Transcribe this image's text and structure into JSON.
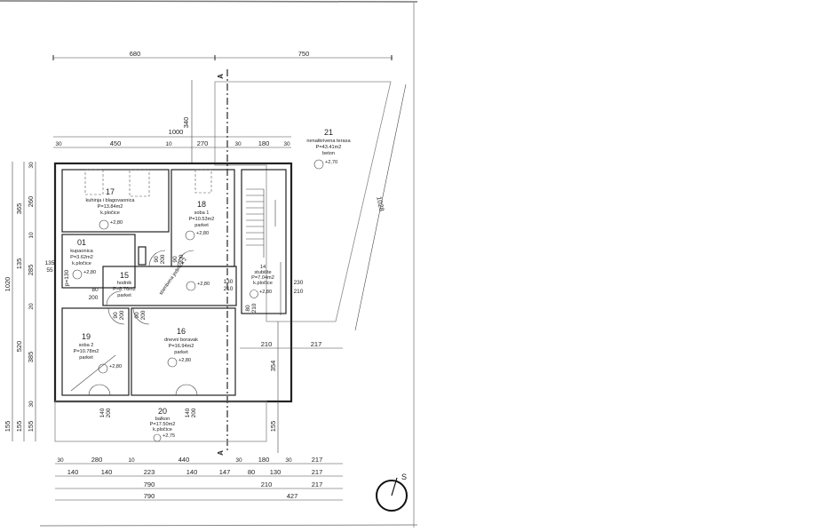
{
  "drawing": {
    "section_marker": "A",
    "compass_label": "S",
    "stair_label": "stambena jedinica 2"
  },
  "rooms": [
    {
      "id": "17",
      "name": "kuhinja i blagovaonica",
      "area": "P=13.84m2",
      "floor": "k.pločice",
      "level": "+2,80"
    },
    {
      "id": "18",
      "name": "soba 1",
      "area": "P=10.53m2",
      "floor": "parket",
      "level": "+2,80"
    },
    {
      "id": "01",
      "name": "kupaonica",
      "area": "P=3.62m2",
      "floor": "k.pločice",
      "level": "+2,80"
    },
    {
      "id": "15",
      "name": "hodnik",
      "area": "P=8.76m2",
      "floor": "parket",
      "level": "+2,80"
    },
    {
      "id": "14",
      "name": "stubište",
      "area": "P=7.04m2",
      "floor": "k.pločice",
      "level": "+2,80"
    },
    {
      "id": "19",
      "name": "soba 2",
      "area": "P=10.78m2",
      "floor": "parket",
      "level": "+2,80"
    },
    {
      "id": "16",
      "name": "dnevni boravak",
      "area": "P=16.94m2",
      "floor": "parket",
      "level": "+2,80"
    },
    {
      "id": "20",
      "name": "balkon",
      "area": "P=17.50m2",
      "floor": "k.pločice",
      "level": "+2,75"
    },
    {
      "id": "21",
      "name": "nenatkrivena terasa",
      "area": "P=43.41m2",
      "floor": "beton",
      "level": "+2,70"
    }
  ],
  "openings": {
    "door_hall_top_left": [
      "90",
      "200"
    ],
    "door_hall_top_right": [
      "90",
      "200"
    ],
    "door_hall_bottom_left": [
      "90",
      "200"
    ],
    "door_hall_bottom_right": [
      "90",
      "200"
    ],
    "door_bath": [
      "80",
      "200"
    ],
    "door_stair": [
      "130",
      "210"
    ],
    "door_stair_small": [
      "80",
      "210"
    ],
    "window_stair": [
      "230",
      "210"
    ],
    "window_bath_side": [
      "135",
      "55"
    ],
    "window_bath_p": "p=130",
    "balcony_door_left": [
      "140",
      "200"
    ],
    "balcony_door_right": [
      "140",
      "200"
    ]
  },
  "dimensions": {
    "top_overall": [
      "680",
      "750"
    ],
    "top_total": "1000",
    "top_segments": [
      "30",
      "450",
      "10",
      "270",
      "30",
      "180",
      "30"
    ],
    "vertical_340": "340",
    "terrace_diag": "1028",
    "left_col1": [
      "1020",
      "155"
    ],
    "left_col2": [
      "365",
      "135",
      "520",
      "155"
    ],
    "left_col3": [
      "30",
      "260",
      "10",
      "285",
      "20",
      "385",
      "30",
      "155"
    ],
    "right_210": "210",
    "right_217": "217",
    "right_354": "354",
    "right_155": "155",
    "bottom_row1": [
      "30",
      "280",
      "10",
      "440",
      "30",
      "180",
      "30",
      "217"
    ],
    "bottom_row2": [
      "140",
      "140",
      "223",
      "140",
      "147",
      "80",
      "130",
      "217"
    ],
    "bottom_row3": [
      "790",
      "210",
      "217"
    ],
    "bottom_row4": [
      "790",
      "427"
    ]
  }
}
